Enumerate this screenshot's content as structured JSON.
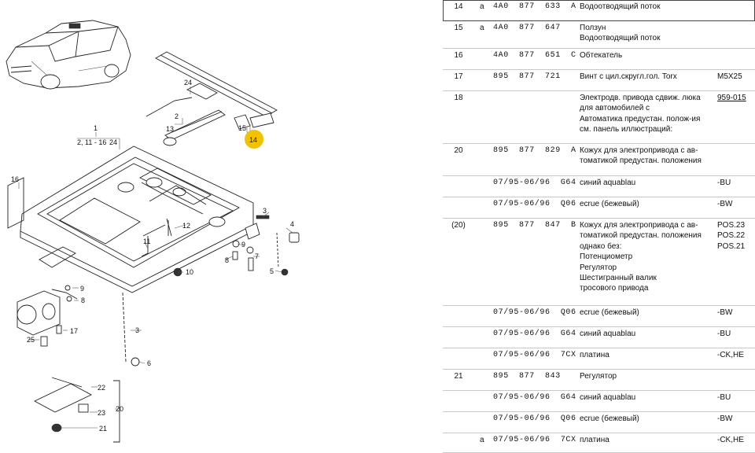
{
  "diagram": {
    "callouts": {
      "c1": "1",
      "c1range": "2, 11 - 16",
      "c1b": "24",
      "c2": "2",
      "c3a": "3",
      "c3b": "3",
      "c4": "4",
      "c5": "5",
      "c6": "6",
      "c7": "7",
      "c8a": "8",
      "c8b": "8",
      "c9a": "9",
      "c9b": "9",
      "c10": "10",
      "c11": "11",
      "c12": "12",
      "c13": "13",
      "c14": "14",
      "c15": "15",
      "c16": "16",
      "c17": "17",
      "c20": "20",
      "c21": "21",
      "c22": "22",
      "c23": "23",
      "c24": "24",
      "c25": "25"
    },
    "highlight_color": "#f2c200"
  },
  "parts": [
    {
      "pos": "14",
      "flag": "a",
      "part": "4A0  877  633  A",
      "desc": [
        "Водоотводящий поток"
      ],
      "note": [],
      "highlighted": true
    },
    {
      "pos": "15",
      "flag": "a",
      "part": "4A0  877  647",
      "desc": [
        "Ползун",
        "Водоотводящий поток"
      ],
      "note": []
    },
    {
      "pos": "16",
      "flag": "",
      "part": "4A0  877  651  C",
      "desc": [
        "Обтекатель"
      ],
      "note": []
    },
    {
      "pos": "17",
      "flag": "",
      "part": "895  877  721",
      "desc": [
        "Винт с цил.скругл.гол. Torx"
      ],
      "note": [
        "M5X25"
      ]
    },
    {
      "pos": "18",
      "flag": "",
      "part": "",
      "desc": [
        "Электродв. привода сдвиж. люка",
        "для автомобилей с",
        "Автоматика предустан. полож-ия",
        "см. панель иллюстраций:"
      ],
      "note": [
        "",
        "",
        "",
        "959-015"
      ]
    },
    {
      "pos": "20",
      "flag": "",
      "part": "895  877  829  A",
      "desc": [
        "Кожух для электропривода с ав-",
        "томатикой предустан. положения"
      ],
      "note": []
    },
    {
      "pos": "",
      "flag": "",
      "part": "07/95-06/96  G64",
      "desc": [
        "синий aquablau"
      ],
      "note": [
        "-BU"
      ]
    },
    {
      "pos": "",
      "flag": "",
      "part": "07/95-06/96  Q06",
      "desc": [
        "ecrue (бежевый)"
      ],
      "note": [
        "-BW"
      ]
    },
    {
      "pos": "(20)",
      "flag": "",
      "part": "895  877  847  B",
      "desc": [
        "Кожух для электропривода с ав-",
        "томатикой предустан. положения",
        "однако без:",
        "Потенциометр",
        "Регулятор",
        "Шестигранный валик",
        "тросового привода"
      ],
      "note": [
        "",
        "",
        "",
        "POS.23",
        "POS.22",
        "POS.21",
        ""
      ]
    },
    {
      "pos": "",
      "flag": "",
      "part": "07/95-06/96  Q06",
      "desc": [
        "ecrue (бежевый)"
      ],
      "note": [
        "-BW"
      ]
    },
    {
      "pos": "",
      "flag": "",
      "part": "07/95-06/96  G64",
      "desc": [
        "синий aquablau"
      ],
      "note": [
        "-BU"
      ]
    },
    {
      "pos": "",
      "flag": "",
      "part": "07/95-06/96  7CX",
      "desc": [
        "платина"
      ],
      "note": [
        "-CK,HE"
      ]
    },
    {
      "pos": "21",
      "flag": "",
      "part": "895  877  843",
      "desc": [
        "Регулятор"
      ],
      "note": []
    },
    {
      "pos": "",
      "flag": "",
      "part": "07/95-06/96  G64",
      "desc": [
        "синий aquablau"
      ],
      "note": [
        "-BU"
      ]
    },
    {
      "pos": "",
      "flag": "",
      "part": "07/95-06/96  Q06",
      "desc": [
        "ecrue (бежевый)"
      ],
      "note": [
        "-BW"
      ]
    },
    {
      "pos": "",
      "flag": "a",
      "part": "07/95-06/96  7CX",
      "desc": [
        "платина"
      ],
      "note": [
        "-CK,HE"
      ]
    }
  ]
}
